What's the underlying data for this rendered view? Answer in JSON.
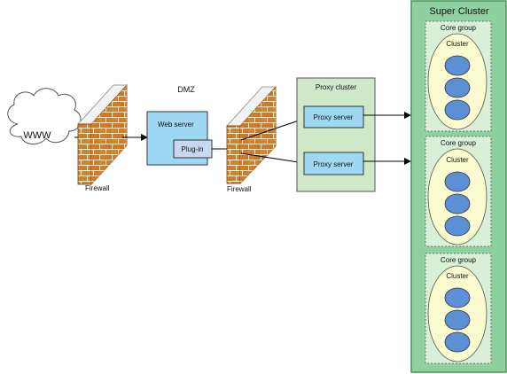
{
  "internet": {
    "label": "WWW"
  },
  "firewall_outer": {
    "label": "Firewall"
  },
  "dmz": {
    "label": "DMZ"
  },
  "web_server": {
    "label": "Web server",
    "plugin_label": "Plug-in"
  },
  "firewall_inner": {
    "label": "Firewall"
  },
  "proxy_cluster": {
    "title": "Proxy cluster",
    "servers": [
      {
        "label": "Proxy server"
      },
      {
        "label": "Proxy server"
      }
    ]
  },
  "super_cluster": {
    "title": "Super Cluster",
    "core_groups": [
      {
        "label": "Core group",
        "cluster_label": "Cluster",
        "members": 3
      },
      {
        "label": "Core group",
        "cluster_label": "Cluster",
        "members": 3
      },
      {
        "label": "Core group",
        "cluster_label": "Cluster",
        "members": 3
      }
    ]
  },
  "colors": {
    "super_cluster_fill": "#8fd19e",
    "super_cluster_stroke": "#4f8f5c",
    "core_group_fill": "#d9efd6",
    "cluster_fill": "#fbfbd0",
    "member_fill": "#5b8fd6",
    "proxy_cluster_fill": "#cfe8c8",
    "server_fill": "#9fd8f2",
    "plugin_fill": "#c8d8f0",
    "brick": "#d9822b",
    "mortar": "#ffffff"
  }
}
